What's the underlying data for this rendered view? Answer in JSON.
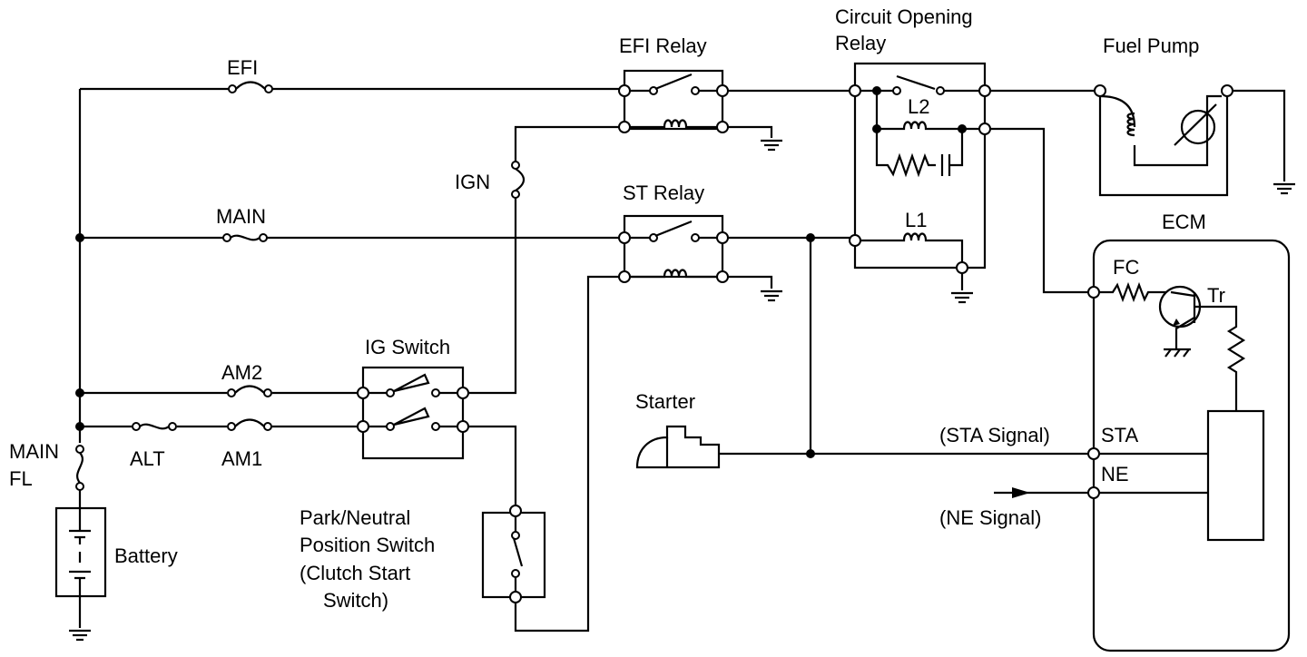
{
  "labels": {
    "efi_fuse": "EFI",
    "efi_relay": "EFI Relay",
    "cor_line1": "Circuit Opening",
    "cor_line2": "Relay",
    "fuel_pump": "Fuel Pump",
    "ign": "IGN",
    "main_fuse": "MAIN",
    "st_relay": "ST Relay",
    "l2": "L2",
    "l1": "L1",
    "ecm": "ECM",
    "fc": "FC",
    "tr": "Tr",
    "ig_switch": "IG Switch",
    "am2": "AM2",
    "am1": "AM1",
    "alt": "ALT",
    "main_fl_1": "MAIN",
    "main_fl_2": "FL",
    "battery": "Battery",
    "starter": "Starter",
    "sta_signal": "(STA Signal)",
    "sta": "STA",
    "ne": "NE",
    "ne_signal": "(NE Signal)",
    "pn_1": "Park/Neutral",
    "pn_2": "Position Switch",
    "pn_3": "(Clutch Start",
    "pn_4": "Switch)"
  }
}
